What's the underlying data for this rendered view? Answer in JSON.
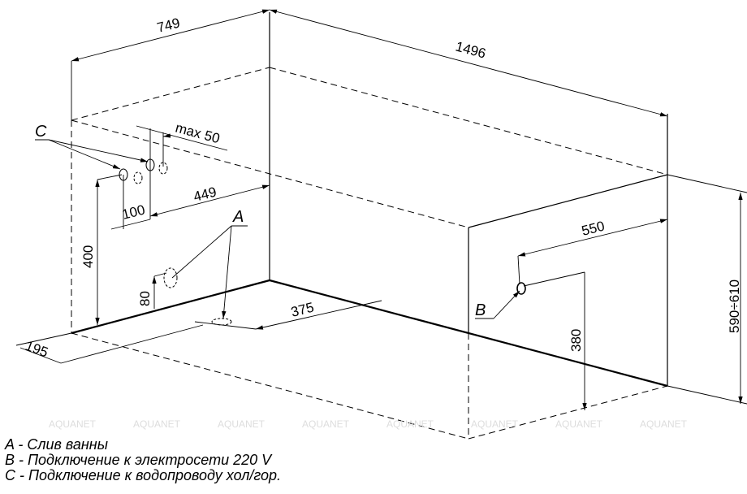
{
  "dimensions": {
    "width": "749",
    "length": "1496",
    "height": "590÷610",
    "max": "max 50",
    "d100": "100",
    "d449": "449",
    "d400": "400",
    "d80": "80",
    "d375": "375",
    "d195": "195",
    "d550": "550",
    "d380": "380"
  },
  "markers": {
    "a": "A",
    "b": "B",
    "c": "C"
  },
  "watermark": "AQUANET",
  "legend": [
    "A - Слив ванны",
    "B - Подключение к электросети 220 V",
    "C - Подключение к водопроводу хол/гор."
  ]
}
